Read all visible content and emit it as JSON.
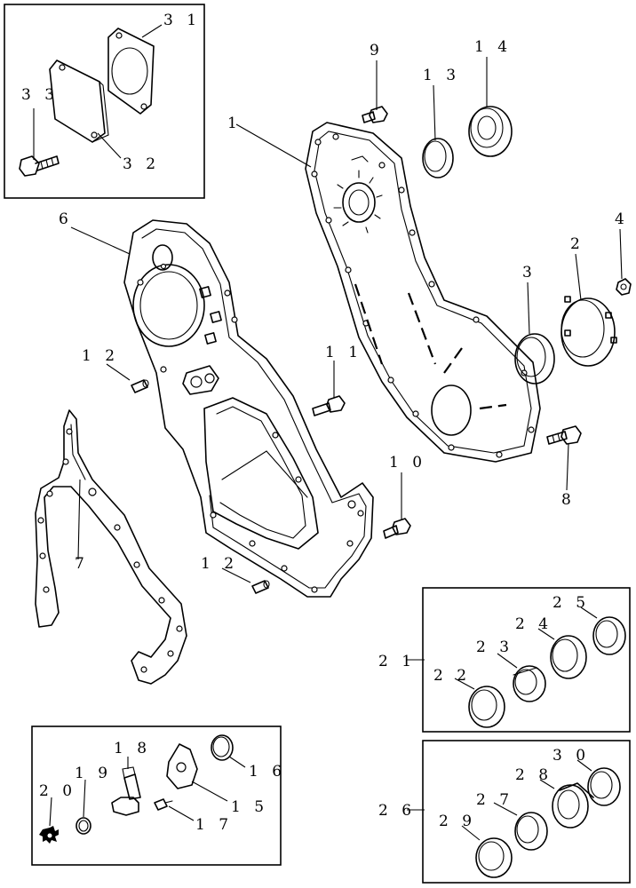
{
  "diagram": {
    "callouts": [
      {
        "id": "1",
        "label": "1"
      },
      {
        "id": "2",
        "label": "2"
      },
      {
        "id": "3",
        "label": "3"
      },
      {
        "id": "4",
        "label": "4"
      },
      {
        "id": "6",
        "label": "6"
      },
      {
        "id": "7",
        "label": "7"
      },
      {
        "id": "8",
        "label": "8"
      },
      {
        "id": "9",
        "label": "9"
      },
      {
        "id": "10",
        "label": "1 0"
      },
      {
        "id": "11",
        "label": "1 1"
      },
      {
        "id": "12a",
        "label": "1 2"
      },
      {
        "id": "12b",
        "label": "1 2"
      },
      {
        "id": "13",
        "label": "1 3"
      },
      {
        "id": "14",
        "label": "1 4"
      },
      {
        "id": "15",
        "label": "1 5"
      },
      {
        "id": "16",
        "label": "1 6"
      },
      {
        "id": "17",
        "label": "1 7"
      },
      {
        "id": "18",
        "label": "1 8"
      },
      {
        "id": "19",
        "label": "1 9"
      },
      {
        "id": "20",
        "label": "2 0"
      },
      {
        "id": "21",
        "label": "2 1"
      },
      {
        "id": "22",
        "label": "2 2"
      },
      {
        "id": "23",
        "label": "2 3"
      },
      {
        "id": "24",
        "label": "2 4"
      },
      {
        "id": "25",
        "label": "2 5"
      },
      {
        "id": "26",
        "label": "2 6"
      },
      {
        "id": "27",
        "label": "2 7"
      },
      {
        "id": "28",
        "label": "2 8"
      },
      {
        "id": "29",
        "label": "2 9"
      },
      {
        "id": "30",
        "label": "3 0"
      },
      {
        "id": "31",
        "label": "3 1"
      },
      {
        "id": "32",
        "label": "3 2"
      },
      {
        "id": "33",
        "label": "3 3"
      }
    ]
  }
}
